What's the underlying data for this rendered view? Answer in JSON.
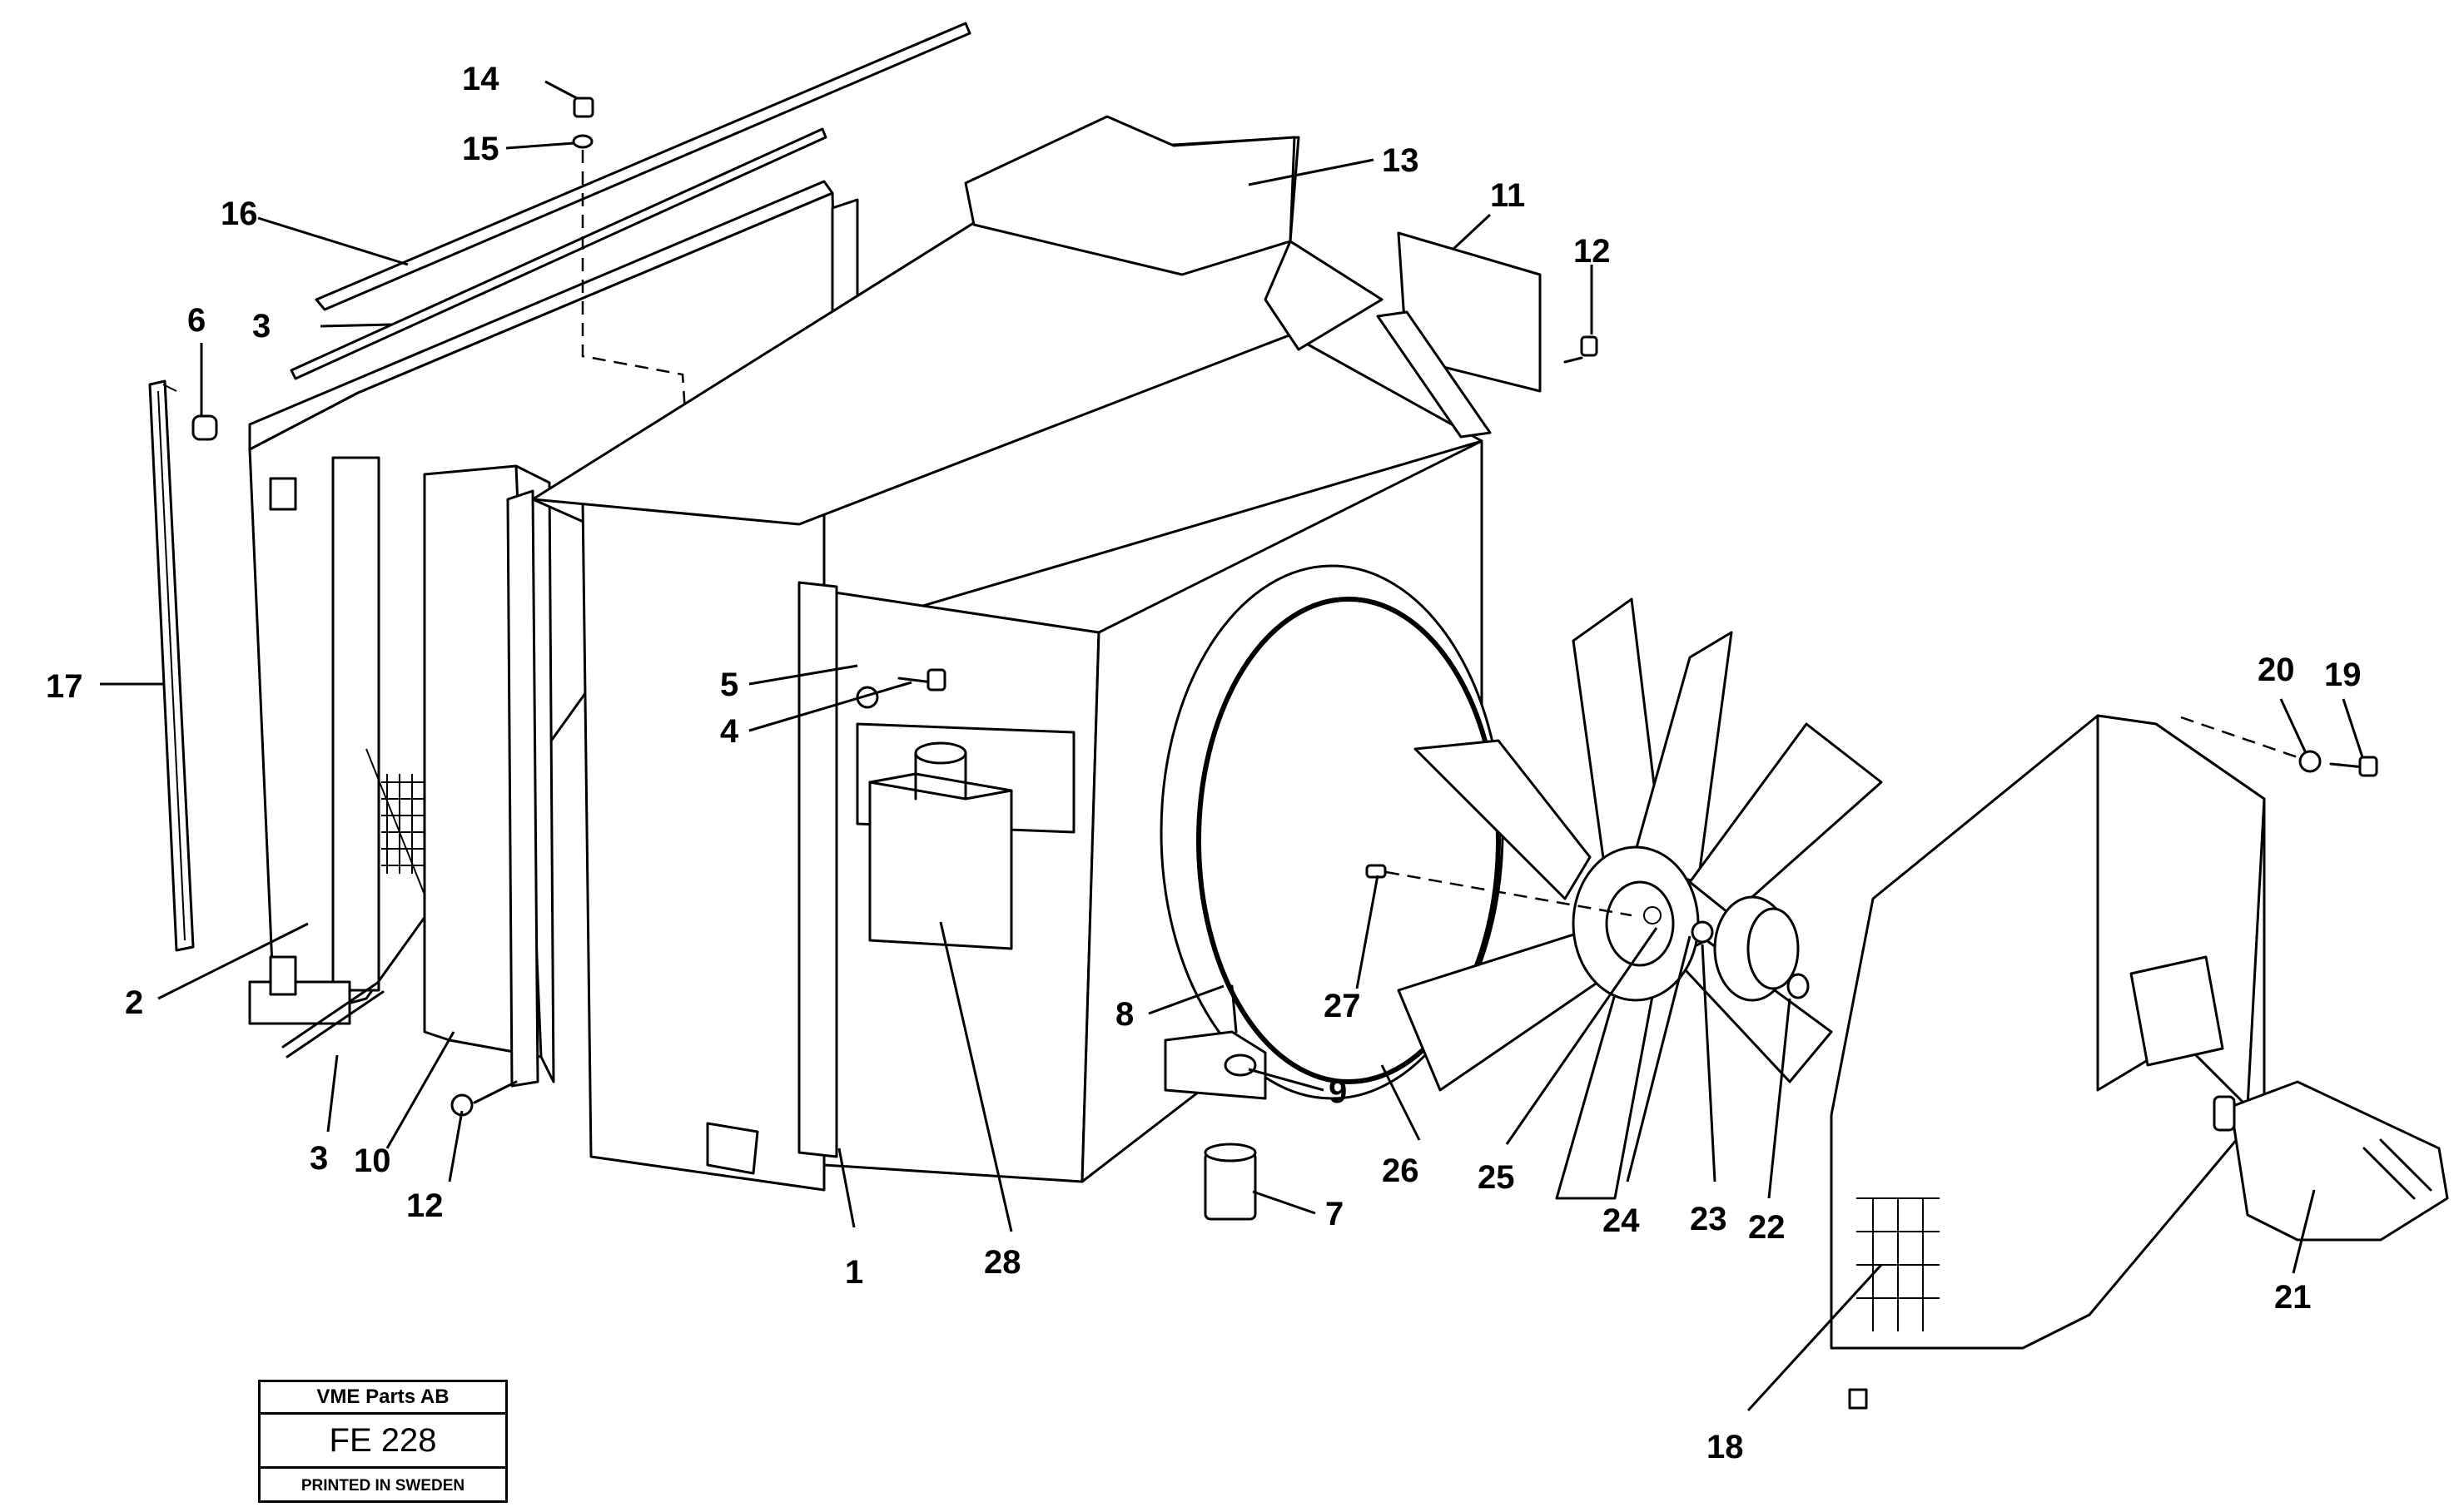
{
  "diagram": {
    "callouts": [
      {
        "id": "l1",
        "text": "1"
      },
      {
        "id": "l2",
        "text": "2"
      },
      {
        "id": "l3a",
        "text": "3"
      },
      {
        "id": "l3b",
        "text": "3"
      },
      {
        "id": "l4",
        "text": "4"
      },
      {
        "id": "l5",
        "text": "5"
      },
      {
        "id": "l6",
        "text": "6"
      },
      {
        "id": "l7",
        "text": "7"
      },
      {
        "id": "l8",
        "text": "8"
      },
      {
        "id": "l9",
        "text": "9"
      },
      {
        "id": "l10",
        "text": "10"
      },
      {
        "id": "l11",
        "text": "11"
      },
      {
        "id": "l12a",
        "text": "12"
      },
      {
        "id": "l12b",
        "text": "12"
      },
      {
        "id": "l13",
        "text": "13"
      },
      {
        "id": "l14",
        "text": "14"
      },
      {
        "id": "l15",
        "text": "15"
      },
      {
        "id": "l16",
        "text": "16"
      },
      {
        "id": "l17",
        "text": "17"
      },
      {
        "id": "l18",
        "text": "18"
      },
      {
        "id": "l19",
        "text": "19"
      },
      {
        "id": "l20",
        "text": "20"
      },
      {
        "id": "l21",
        "text": "21"
      },
      {
        "id": "l22",
        "text": "22"
      },
      {
        "id": "l23",
        "text": "23"
      },
      {
        "id": "l24",
        "text": "24"
      },
      {
        "id": "l25",
        "text": "25"
      },
      {
        "id": "l26",
        "text": "26"
      },
      {
        "id": "l27",
        "text": "27"
      },
      {
        "id": "l28",
        "text": "28"
      }
    ]
  },
  "stamp": {
    "company": "VME Parts AB",
    "figure_code": "FE 228",
    "printed": "PRINTED IN SWEDEN"
  }
}
